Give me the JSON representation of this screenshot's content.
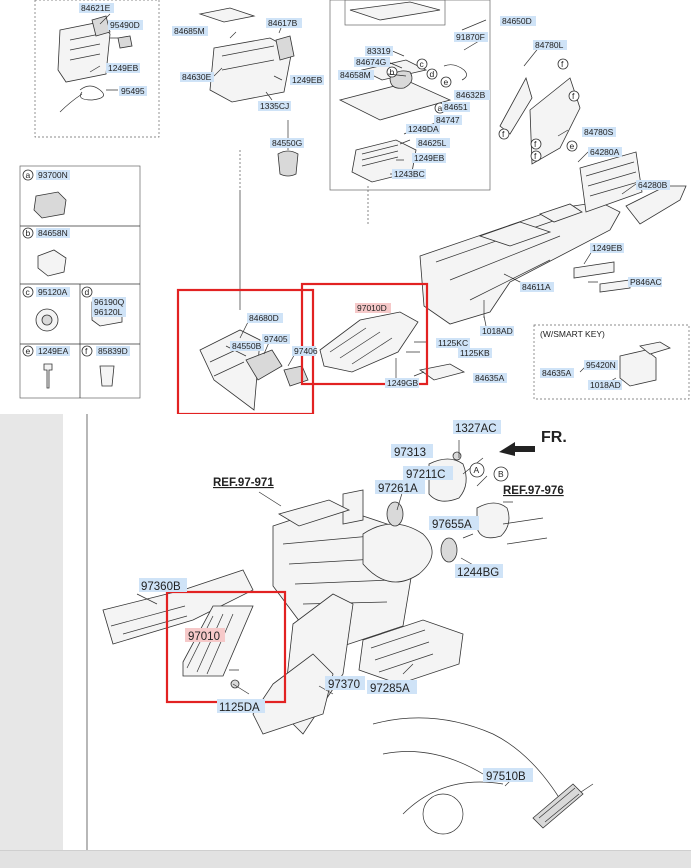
{
  "top_diagram": {
    "labels": [
      {
        "id": "84621E",
        "text": "84621E"
      },
      {
        "id": "95490D",
        "text": "95490D"
      },
      {
        "id": "1249EB_a",
        "text": "1249EB"
      },
      {
        "id": "95495",
        "text": "95495"
      },
      {
        "id": "84685M",
        "text": "84685M"
      },
      {
        "id": "84617B",
        "text": "84617B"
      },
      {
        "id": "84630E",
        "text": "84630E"
      },
      {
        "id": "1249EB_b",
        "text": "1249EB"
      },
      {
        "id": "1335CJ",
        "text": "1335CJ"
      },
      {
        "id": "84550G",
        "text": "84550G"
      },
      {
        "id": "84650D",
        "text": "84650D"
      },
      {
        "id": "91870F",
        "text": "91870F"
      },
      {
        "id": "83319",
        "text": "83319"
      },
      {
        "id": "84674G",
        "text": "84674G"
      },
      {
        "id": "84658M",
        "text": "84658M"
      },
      {
        "id": "84632B",
        "text": "84632B"
      },
      {
        "id": "84651",
        "text": "84651"
      },
      {
        "id": "84747",
        "text": "84747"
      },
      {
        "id": "1249DA",
        "text": "1249DA"
      },
      {
        "id": "84625L",
        "text": "84625L"
      },
      {
        "id": "1249EB_c",
        "text": "1249EB"
      },
      {
        "id": "1243BC",
        "text": "1243BC"
      },
      {
        "id": "84780L",
        "text": "84780L"
      },
      {
        "id": "84780S",
        "text": "84780S"
      },
      {
        "id": "64280A",
        "text": "64280A"
      },
      {
        "id": "64280B",
        "text": "64280B"
      },
      {
        "id": "1249EB_d",
        "text": "1249EB"
      },
      {
        "id": "84611A",
        "text": "84611A"
      },
      {
        "id": "P846AC",
        "text": "P846AC"
      },
      {
        "id": "1018AD_a",
        "text": "1018AD"
      },
      {
        "id": "97010D",
        "text": "97010D"
      },
      {
        "id": "1125KC",
        "text": "1125KC"
      },
      {
        "id": "1125KB",
        "text": "1125KB"
      },
      {
        "id": "84635A_a",
        "text": "84635A"
      },
      {
        "id": "1249GB",
        "text": "1249GB"
      },
      {
        "id": "84680D",
        "text": "84680D"
      },
      {
        "id": "84550B",
        "text": "84550B"
      },
      {
        "id": "97405",
        "text": "97405"
      },
      {
        "id": "97406",
        "text": "97406"
      },
      {
        "id": "84635A_b",
        "text": "84635A"
      },
      {
        "id": "95420N",
        "text": "95420N"
      },
      {
        "id": "1018AD_b",
        "text": "1018AD"
      }
    ],
    "smart_key_title": "(W/SMART KEY)",
    "legend": [
      {
        "letter": "a",
        "code": "93700N"
      },
      {
        "letter": "b",
        "code": "84658N"
      },
      {
        "letter": "c",
        "code": "95120A"
      },
      {
        "letter": "d",
        "code": "96190Q",
        "code2": "96120L"
      },
      {
        "letter": "e",
        "code": "1249EA"
      },
      {
        "letter": "f",
        "code": "85839D"
      }
    ],
    "callouts": [
      "a",
      "b",
      "c",
      "d",
      "e",
      "f"
    ]
  },
  "bottom_diagram": {
    "direction": "FR.",
    "refs": [
      {
        "id": "ref_97_971",
        "text": "REF.97-971"
      },
      {
        "id": "ref_97_976",
        "text": "REF.97-976"
      }
    ],
    "labels": [
      {
        "id": "1327AC",
        "text": "1327AC"
      },
      {
        "id": "97313",
        "text": "97313"
      },
      {
        "id": "97211C",
        "text": "97211C"
      },
      {
        "id": "97261A",
        "text": "97261A"
      },
      {
        "id": "97655A",
        "text": "97655A"
      },
      {
        "id": "1244BG",
        "text": "1244BG"
      },
      {
        "id": "97360B",
        "text": "97360B"
      },
      {
        "id": "97010",
        "text": "97010"
      },
      {
        "id": "1125DA",
        "text": "1125DA"
      },
      {
        "id": "97370",
        "text": "97370"
      },
      {
        "id": "97285A",
        "text": "97285A"
      },
      {
        "id": "97510B",
        "text": "97510B"
      }
    ],
    "callouts": [
      "A",
      "B"
    ]
  },
  "colors": {
    "highlight_red": "#e22222",
    "label_blue": "#cfe3f7",
    "highlight_pink": "#f6c9c9",
    "page_bg": "#e7e7e7"
  }
}
